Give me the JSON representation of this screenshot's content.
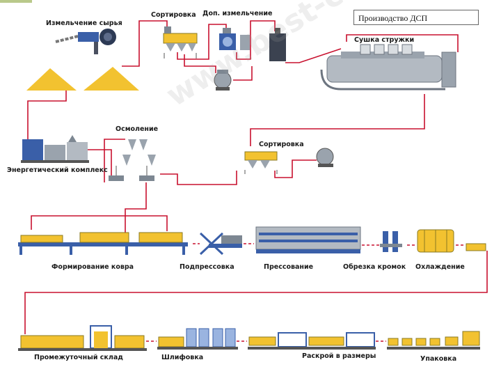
{
  "title": "Производство ДСП",
  "watermark": "www.best-china.ru",
  "colors": {
    "flow_line": "#c8102e",
    "machine_blue": "#3a5fa8",
    "machine_grey": "#9aa3ad",
    "material_yellow": "#f2c230",
    "steel": "#7d8792"
  },
  "stages": {
    "raw_chipping": "Измельчение сырья",
    "sorting_1": "Сортировка",
    "extra_chipping": "Доп. измельчение",
    "chip_drying": "Сушка стружки",
    "energy_complex": "Энергетический комплекс",
    "resin_coating": "Осмоление",
    "sorting_2": "Сортировка",
    "mat_forming": "Формирование ковра",
    "pre_pressing": "Подпрессовка",
    "pressing": "Прессование",
    "edge_trimming": "Обрезка кромок",
    "cooling": "Охлаждение",
    "buffer_storage": "Промежуточный склад",
    "sanding": "Шлифовка",
    "cutting_to_size": "Раскрой в размеры",
    "packing": "Упаковка"
  }
}
